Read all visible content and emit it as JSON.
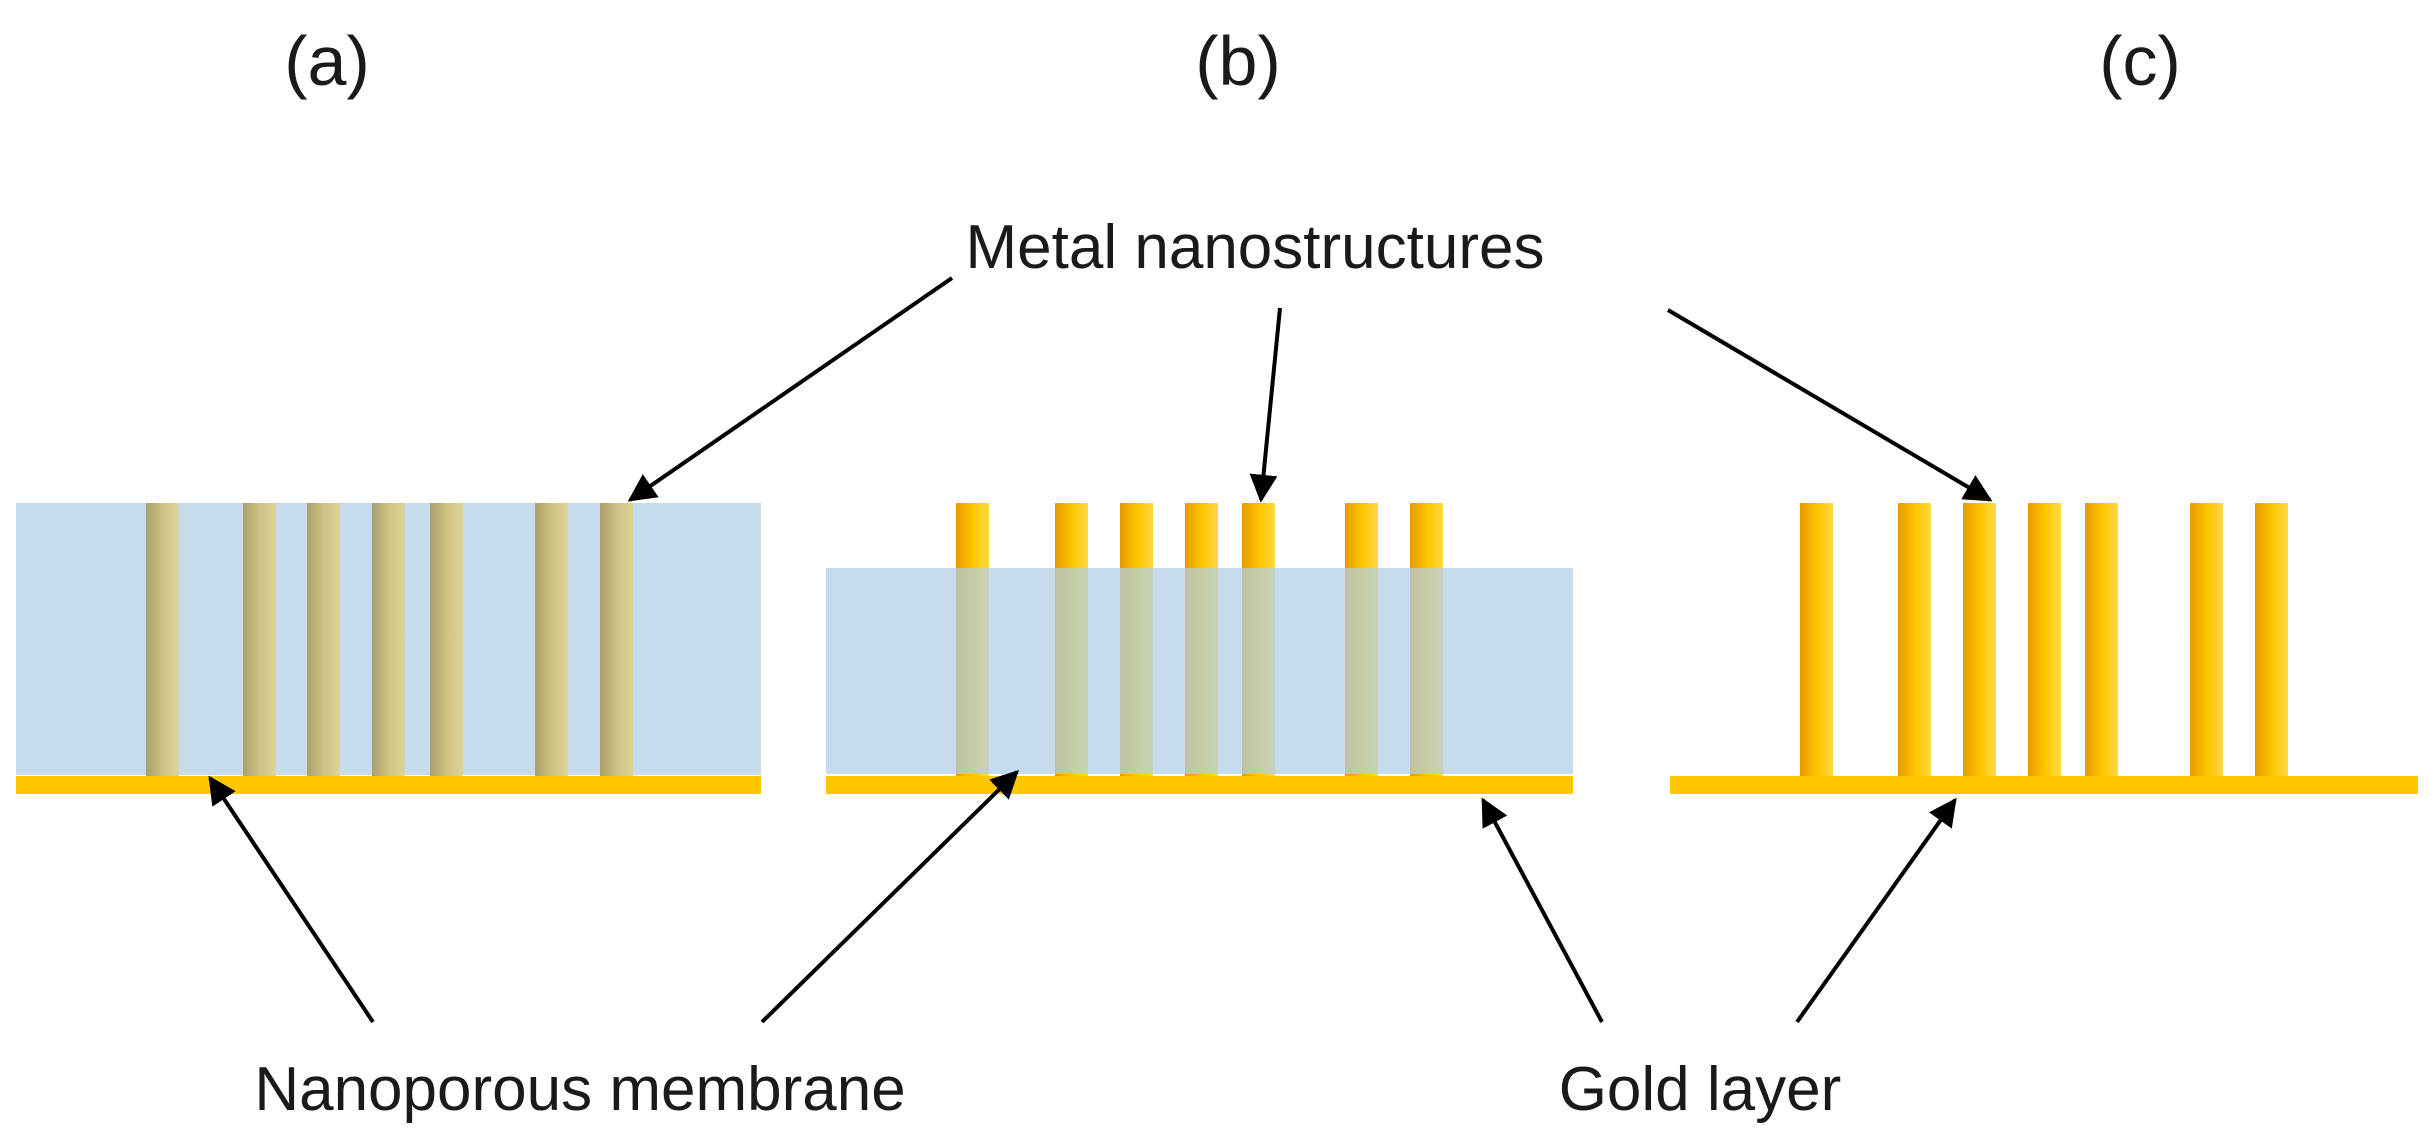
{
  "panels": [
    {
      "label": "(a)",
      "membrane": "full",
      "wire_tops": "flush"
    },
    {
      "label": "(b)",
      "membrane": "partially-etched",
      "wire_tops": "protruding"
    },
    {
      "label": "(c)",
      "membrane": "removed",
      "wire_tops": "free-standing"
    }
  ],
  "callouts": {
    "metal_nanostructures": "Metal nanostructures",
    "nanoporous_membrane": "Nanoporous membrane",
    "gold_layer": "Gold layer"
  },
  "colors": {
    "membrane": "#c6dcec",
    "gold": "#ffc700",
    "gold_dark": "#e89a00",
    "wire_in_membrane_light": "#d6cc8a",
    "wire_in_membrane_dark": "#a9a06a",
    "arrow": "#000000",
    "text": "#1a1a1a",
    "background": "#ffffff"
  }
}
